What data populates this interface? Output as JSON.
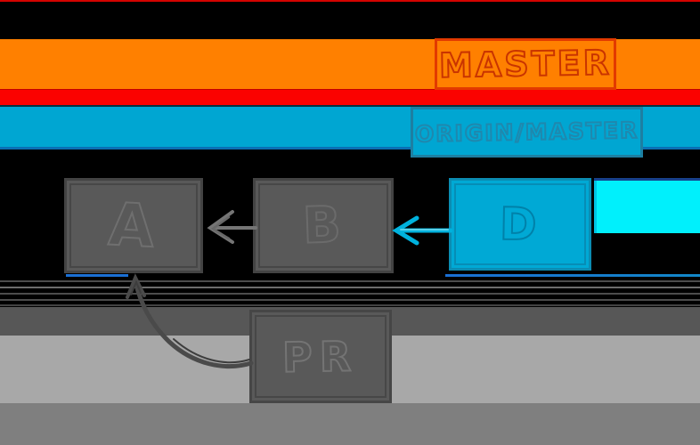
{
  "title": "git branch diagram (hand-drawn video frame)",
  "branches": {
    "master": {
      "label": "MASTER",
      "bar_color": "#ff8000",
      "label_text_color": "#c93400",
      "label_border_color": "#e23a00"
    },
    "origin_master": {
      "label": "ORIGIN/MASTER",
      "bar_color": "#00a6d2",
      "label_text_color": "#1f88ae",
      "label_border_color": "#1d7fa2"
    }
  },
  "commits": [
    {
      "id": "A",
      "label": "A",
      "box_color": "#595959",
      "on_branch": "master"
    },
    {
      "id": "B",
      "label": "B",
      "box_color": "#595959",
      "on_branch": "master"
    },
    {
      "id": "D",
      "label": "D",
      "box_color": "#00a9d5",
      "on_branch": "origin_master"
    },
    {
      "id": "PR",
      "label": "PR",
      "box_color": "#595959",
      "on_branch": "pull-request"
    }
  ],
  "arrows": [
    {
      "from": "B",
      "to": "A",
      "style": "straight",
      "color": "#757575"
    },
    {
      "from": "D",
      "to": "B",
      "style": "straight",
      "color": "#00b2dd"
    },
    {
      "from": "PR",
      "to": "A",
      "style": "curved",
      "color": "#4a4a4a"
    }
  ],
  "colors": {
    "background": "#000000",
    "red_stripe": "#fb0200",
    "cyan_flash": "#00f0fc",
    "band_dark_gray": "#575757",
    "band_light_gray": "#a8a8a8",
    "band_mid_gray": "#7f7f7f"
  }
}
